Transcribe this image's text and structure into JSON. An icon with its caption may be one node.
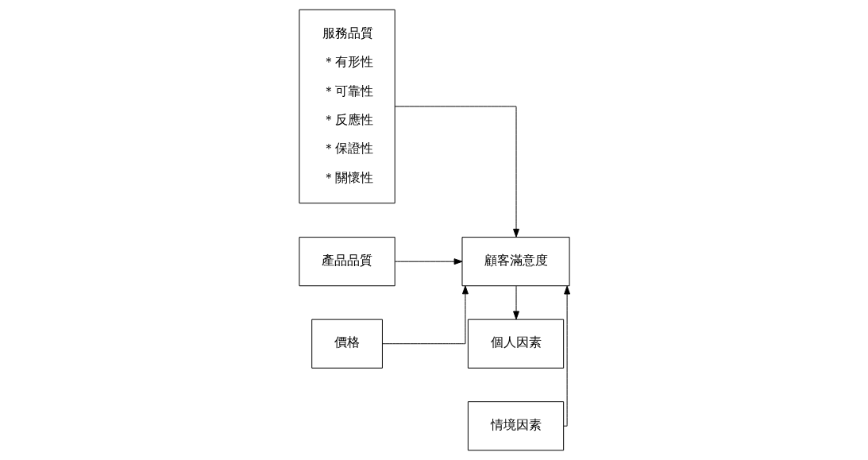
{
  "diagram": {
    "nodes": [
      {
        "text": [
          "服務品質",
          "＊有形性",
          "＊可靠性",
          "＊反應性",
          "＊保證性",
          "＊關懷性"
        ]
      },
      {
        "text": [
          "情境因素"
        ]
      },
      {
        "text": [
          "產品品質"
        ]
      },
      {
        "text": [
          "顧客滿意度"
        ]
      },
      {
        "text": [
          "價格"
        ]
      },
      {
        "text": [
          "個人因素"
        ]
      }
    ],
    "edges": [
      {
        "from": 0,
        "to": 3,
        "arrow": "to"
      },
      {
        "from": 2,
        "to": 3,
        "arrow": "to"
      },
      {
        "from": 4,
        "to": 3,
        "arrow": "to"
      },
      {
        "from": 1,
        "to": 3,
        "arrow": "to"
      },
      {
        "from": 3,
        "to": 5,
        "arrow": "to"
      }
    ]
  }
}
